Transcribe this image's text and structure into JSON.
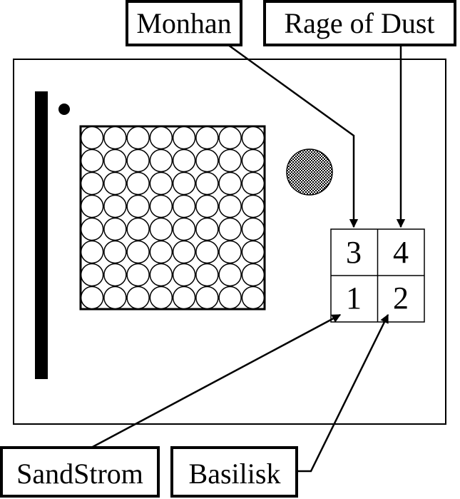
{
  "labels": {
    "monhan": "Monhan",
    "rage_of_dust": "Rage of Dust",
    "sandstrom": "SandStrom",
    "basilisk": "Basilisk"
  },
  "grid_cells": {
    "top_left": "3",
    "top_right": "4",
    "bottom_left": "1",
    "bottom_right": "2"
  },
  "pellet_grid": {
    "rows": 8,
    "cols": 8
  },
  "colors": {
    "line": "#000000",
    "background": "#ffffff"
  }
}
